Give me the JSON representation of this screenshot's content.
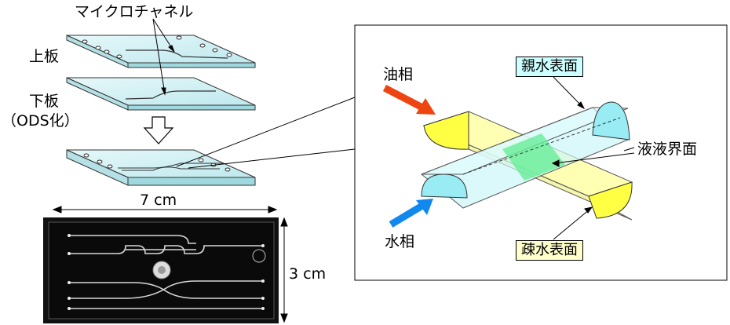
{
  "labels": {
    "microchannel": "マイクロチャネル",
    "upper_plate": "上板",
    "lower_plate": "下板",
    "ods": "（ODS化）",
    "width": "7 cm",
    "height": "3 cm",
    "oil_phase": "油相",
    "water_phase": "水相",
    "hydrophilic": "親水表面",
    "hydrophobic": "疎水表面",
    "interface": "液液界面"
  },
  "colors": {
    "glass": "#cdeef2",
    "yellow": "#ffff66",
    "cyan": "#bff4f8",
    "green": "#66ee99",
    "oil_arrow": "#ee4411",
    "water_arrow": "#1188ee",
    "hydrophilic_box": "#ccffff",
    "hydrophobic_box": "#ffffcc"
  }
}
